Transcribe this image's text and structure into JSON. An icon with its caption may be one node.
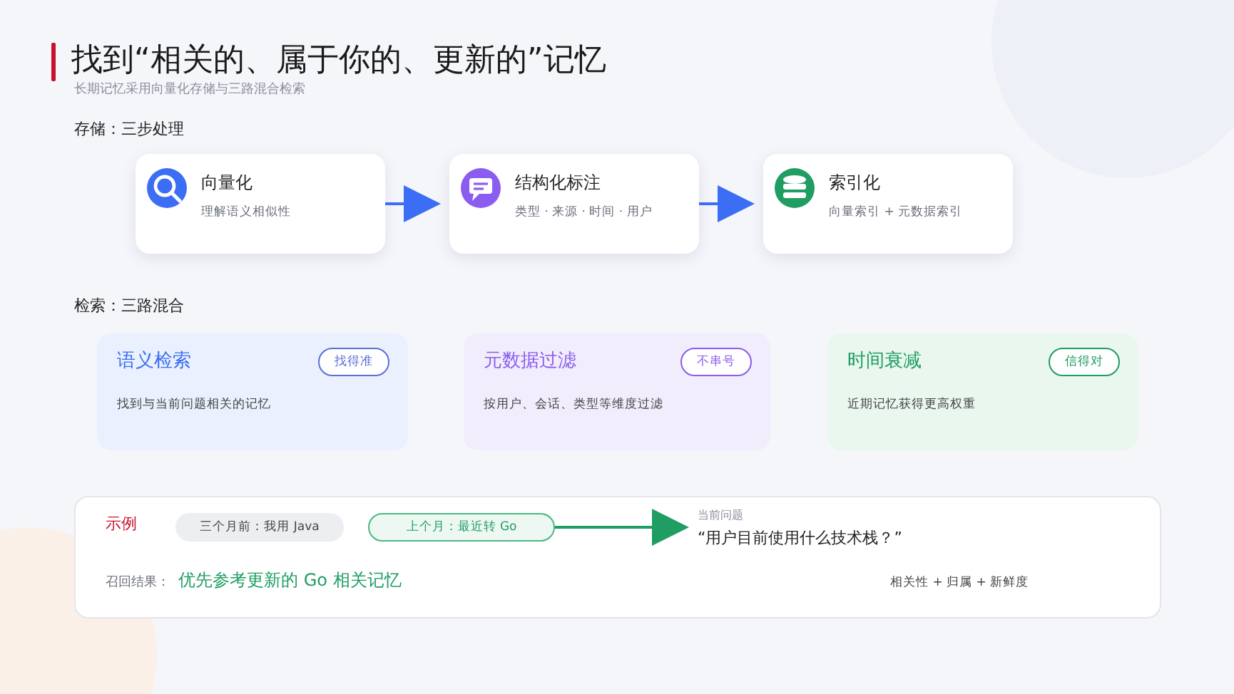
{
  "diagram": {
    "title": "找到“相关的、属于你的、更新的”记忆",
    "nodes": [
      {
        "text": [
          "向量化",
          "理解语义相似性"
        ]
      },
      {
        "text": [
          "结构化标注",
          "类型 · 来源 · 时间 · 用户"
        ]
      },
      {
        "text": [
          "索引化",
          "向量索引 + 元数据索引"
        ]
      },
      {
        "text": [
          "语义检索",
          "找到与当前问题相关的记忆"
        ]
      },
      {
        "text": [
          "找得准"
        ],
        "in": 3
      },
      {
        "text": [
          "元数据过滤",
          "按用户、会话、类型等维度过滤"
        ]
      },
      {
        "text": [
          "不串号"
        ],
        "in": 5
      },
      {
        "text": [
          "时间衰减",
          "近期记忆获得更高权重"
        ]
      },
      {
        "text": [
          "信得对"
        ],
        "in": 7
      },
      {
        "text": [
          "示例",
          "召回结果：",
          "优先参考更新的 Go 相关记忆",
          "相关性 + 归属 + 新鲜度"
        ]
      },
      {
        "text": [
          "三个月前：我用 Java"
        ],
        "in": 9
      },
      {
        "text": [
          "上个月：最近转 Go"
        ],
        "in": 9
      },
      {
        "text": [
          "当前问题",
          "“用户目前使用什么技术栈？”"
        ],
        "in": 9
      }
    ],
    "edges": [
      {
        "from": 0,
        "to": 1,
        "arrow": "to"
      },
      {
        "from": 1,
        "to": 2,
        "arrow": "to"
      },
      {
        "from": 11,
        "to": 12,
        "arrow": "to",
        "color": "#1f9d63"
      }
    ],
    "labels": [
      "长期记忆采用向量化存储与三路混合检索",
      "存储：三步处理",
      "检索：三路混合"
    ]
  }
}
